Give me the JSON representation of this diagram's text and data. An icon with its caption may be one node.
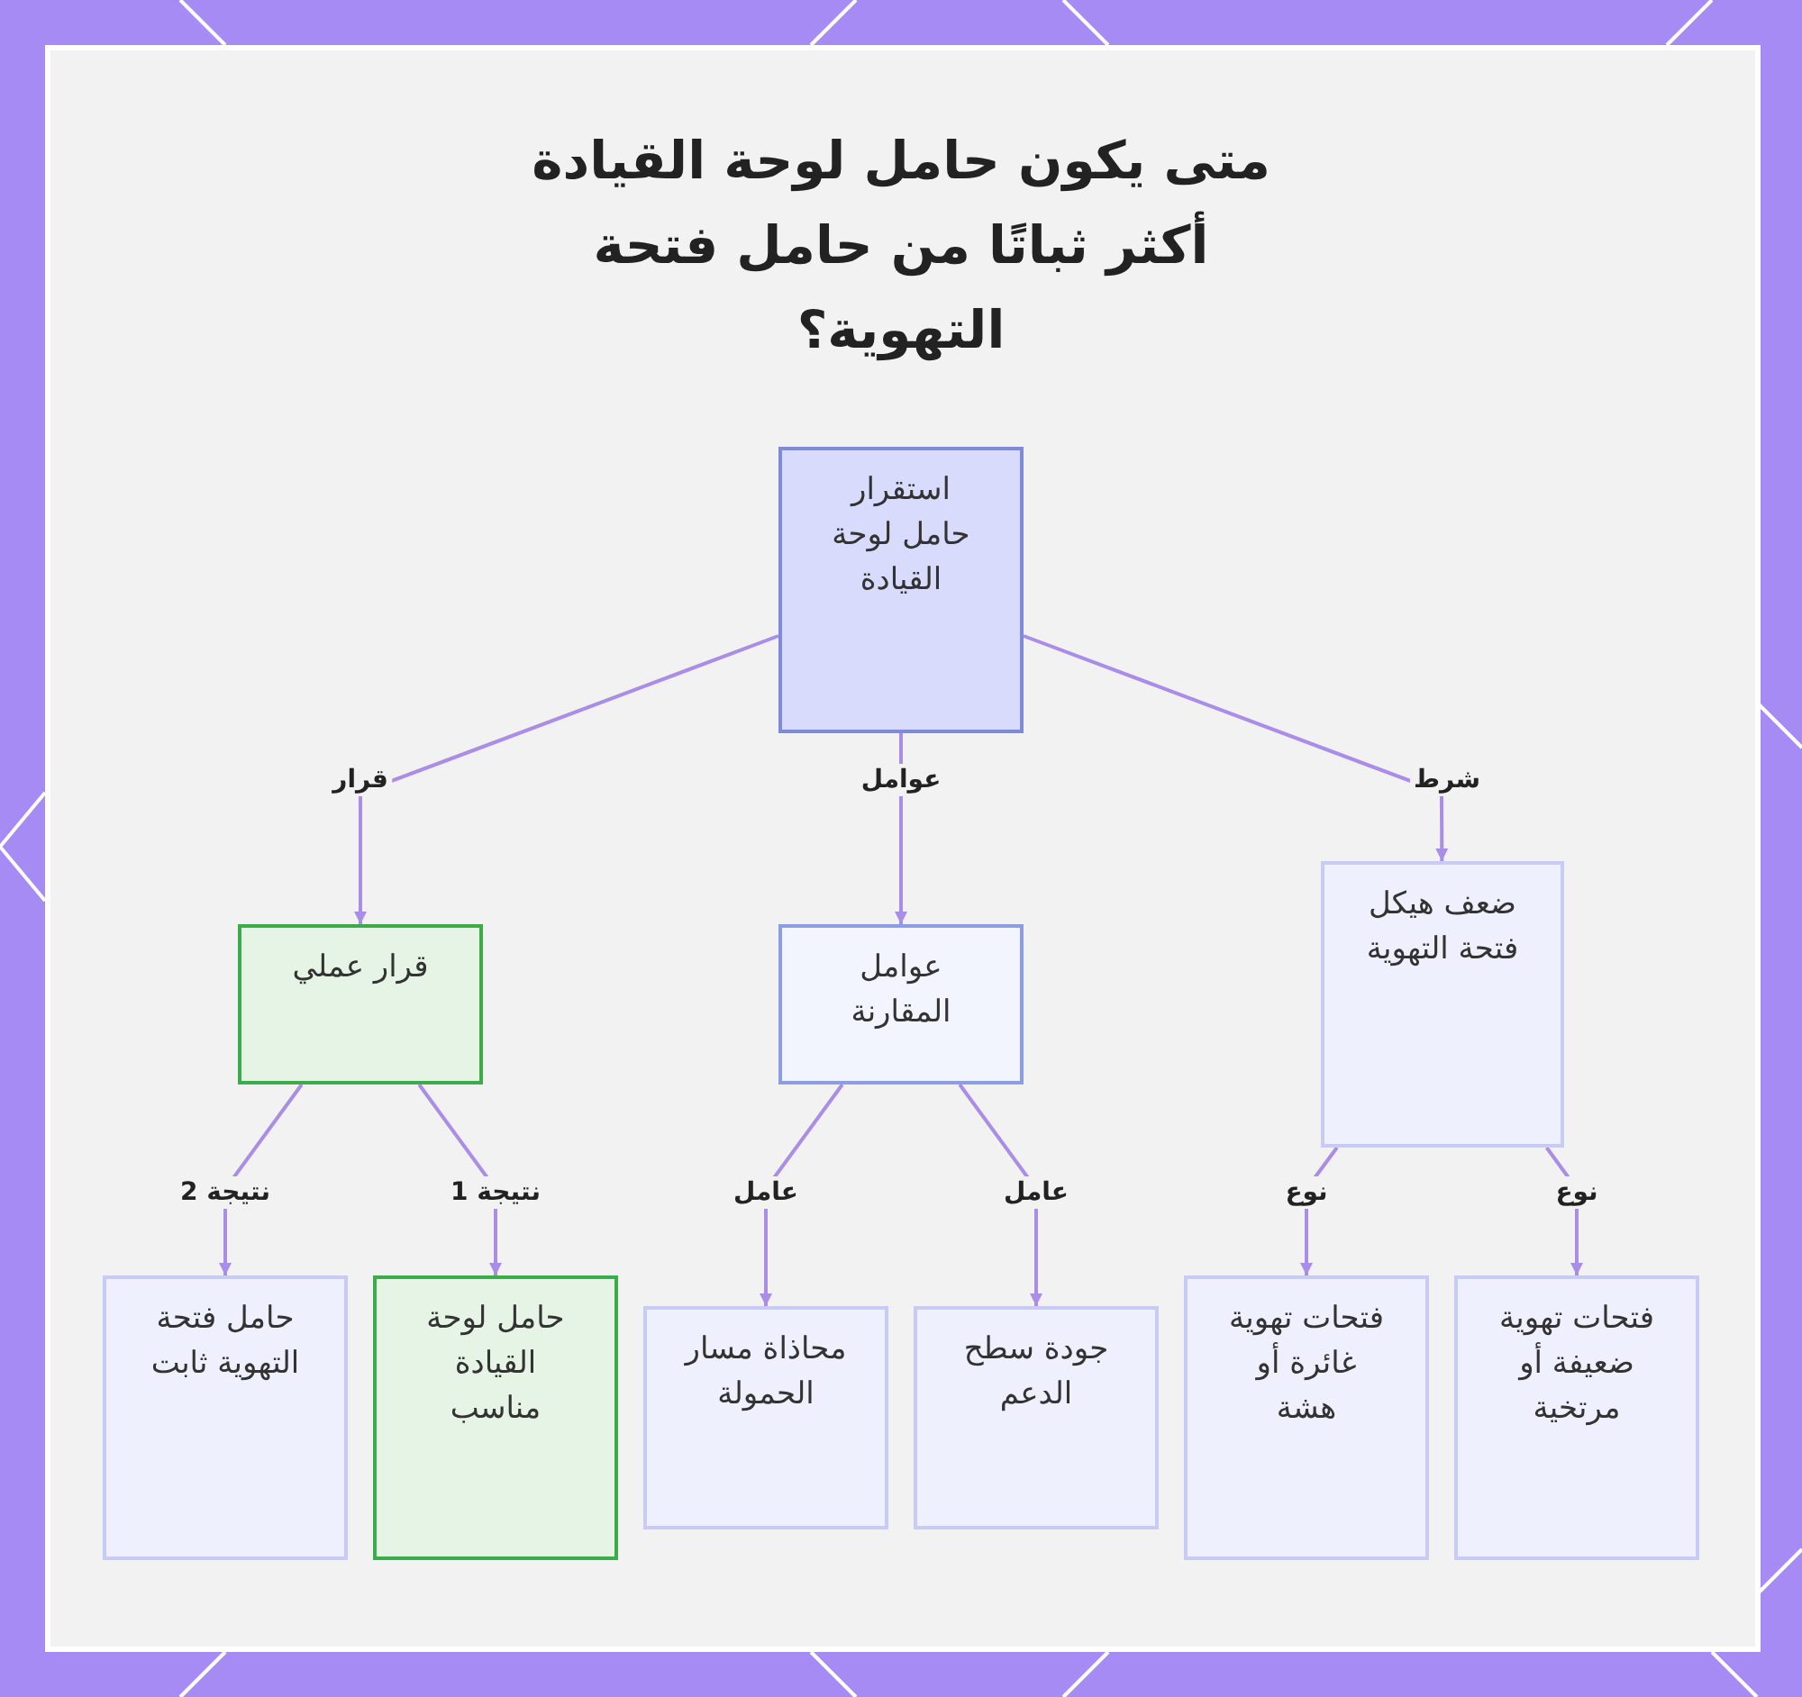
{
  "diagram": {
    "title": "متى يكون حامل لوحة القيادة أكثر ثباتًا من حامل فتحة التهوية؟",
    "nodes": [
      {
        "text": [
          "استقرار حامل لوحة القيادة"
        ]
      },
      {
        "text": [
          "قرار عملي"
        ]
      },
      {
        "text": [
          "عوامل المقارنة"
        ]
      },
      {
        "text": [
          "ضعف هيكل فتحة التهوية"
        ]
      },
      {
        "text": [
          "حامل فتحة التهوية ثابت"
        ]
      },
      {
        "text": [
          "حامل لوحة القيادة مناسب"
        ]
      },
      {
        "text": [
          "محاذاة مسار الحمولة"
        ]
      },
      {
        "text": [
          "جودة سطح الدعم"
        ]
      },
      {
        "text": [
          "فتحات تهوية غائرة أو هشة"
        ]
      },
      {
        "text": [
          "فتحات تهوية ضعيفة أو مرتخية"
        ]
      }
    ],
    "edges": [
      {
        "from": 0,
        "to": 1,
        "arrow": "to",
        "label": "قرار"
      },
      {
        "from": 0,
        "to": 2,
        "arrow": "to",
        "label": "عوامل"
      },
      {
        "from": 0,
        "to": 3,
        "arrow": "to",
        "label": "شرط"
      },
      {
        "from": 1,
        "to": 4,
        "arrow": "to",
        "label": "نتيجة 2"
      },
      {
        "from": 1,
        "to": 5,
        "arrow": "to",
        "label": "نتيجة 1"
      },
      {
        "from": 2,
        "to": 6,
        "arrow": "to",
        "label": "عامل"
      },
      {
        "from": 2,
        "to": 7,
        "arrow": "to",
        "label": "عامل"
      },
      {
        "from": 3,
        "to": 8,
        "arrow": "to",
        "label": "نوع"
      },
      {
        "from": 3,
        "to": 9,
        "arrow": "to",
        "label": "نوع"
      }
    ]
  }
}
